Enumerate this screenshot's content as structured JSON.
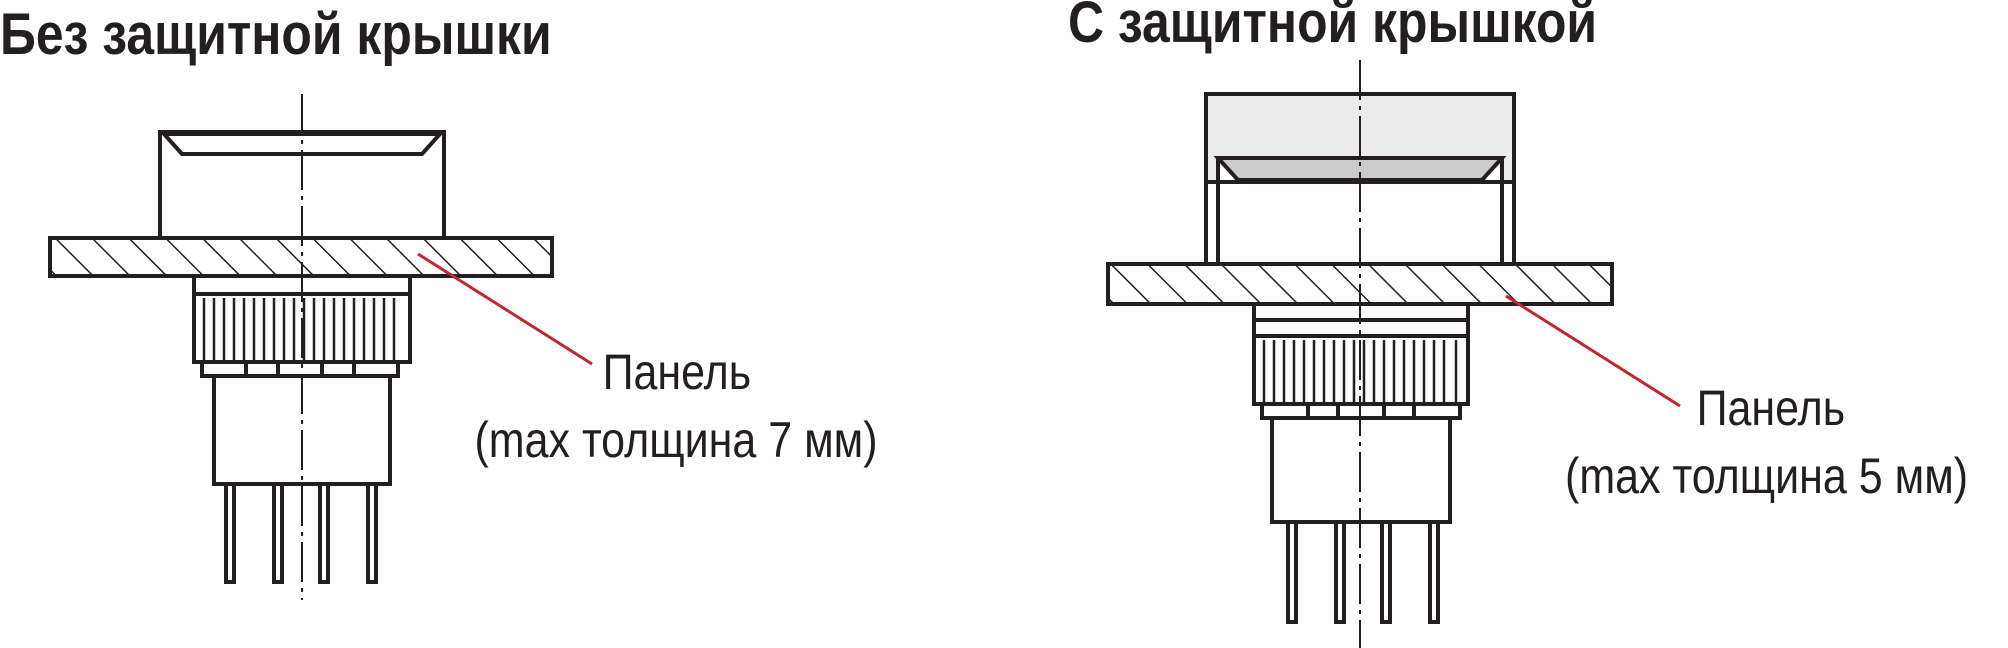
{
  "left": {
    "title": "Без защитной крышки",
    "panel_label": "Панель",
    "panel_note": "(max толщина 7 мм)"
  },
  "right": {
    "title": "С защитной крышкой",
    "panel_label": "Панель",
    "panel_note": "(max толщина 5 мм)"
  },
  "colors": {
    "stroke": "#231f20",
    "leader": "#c1272d",
    "cover_fill": "#ececec",
    "lens_fill": "#cccccc"
  }
}
